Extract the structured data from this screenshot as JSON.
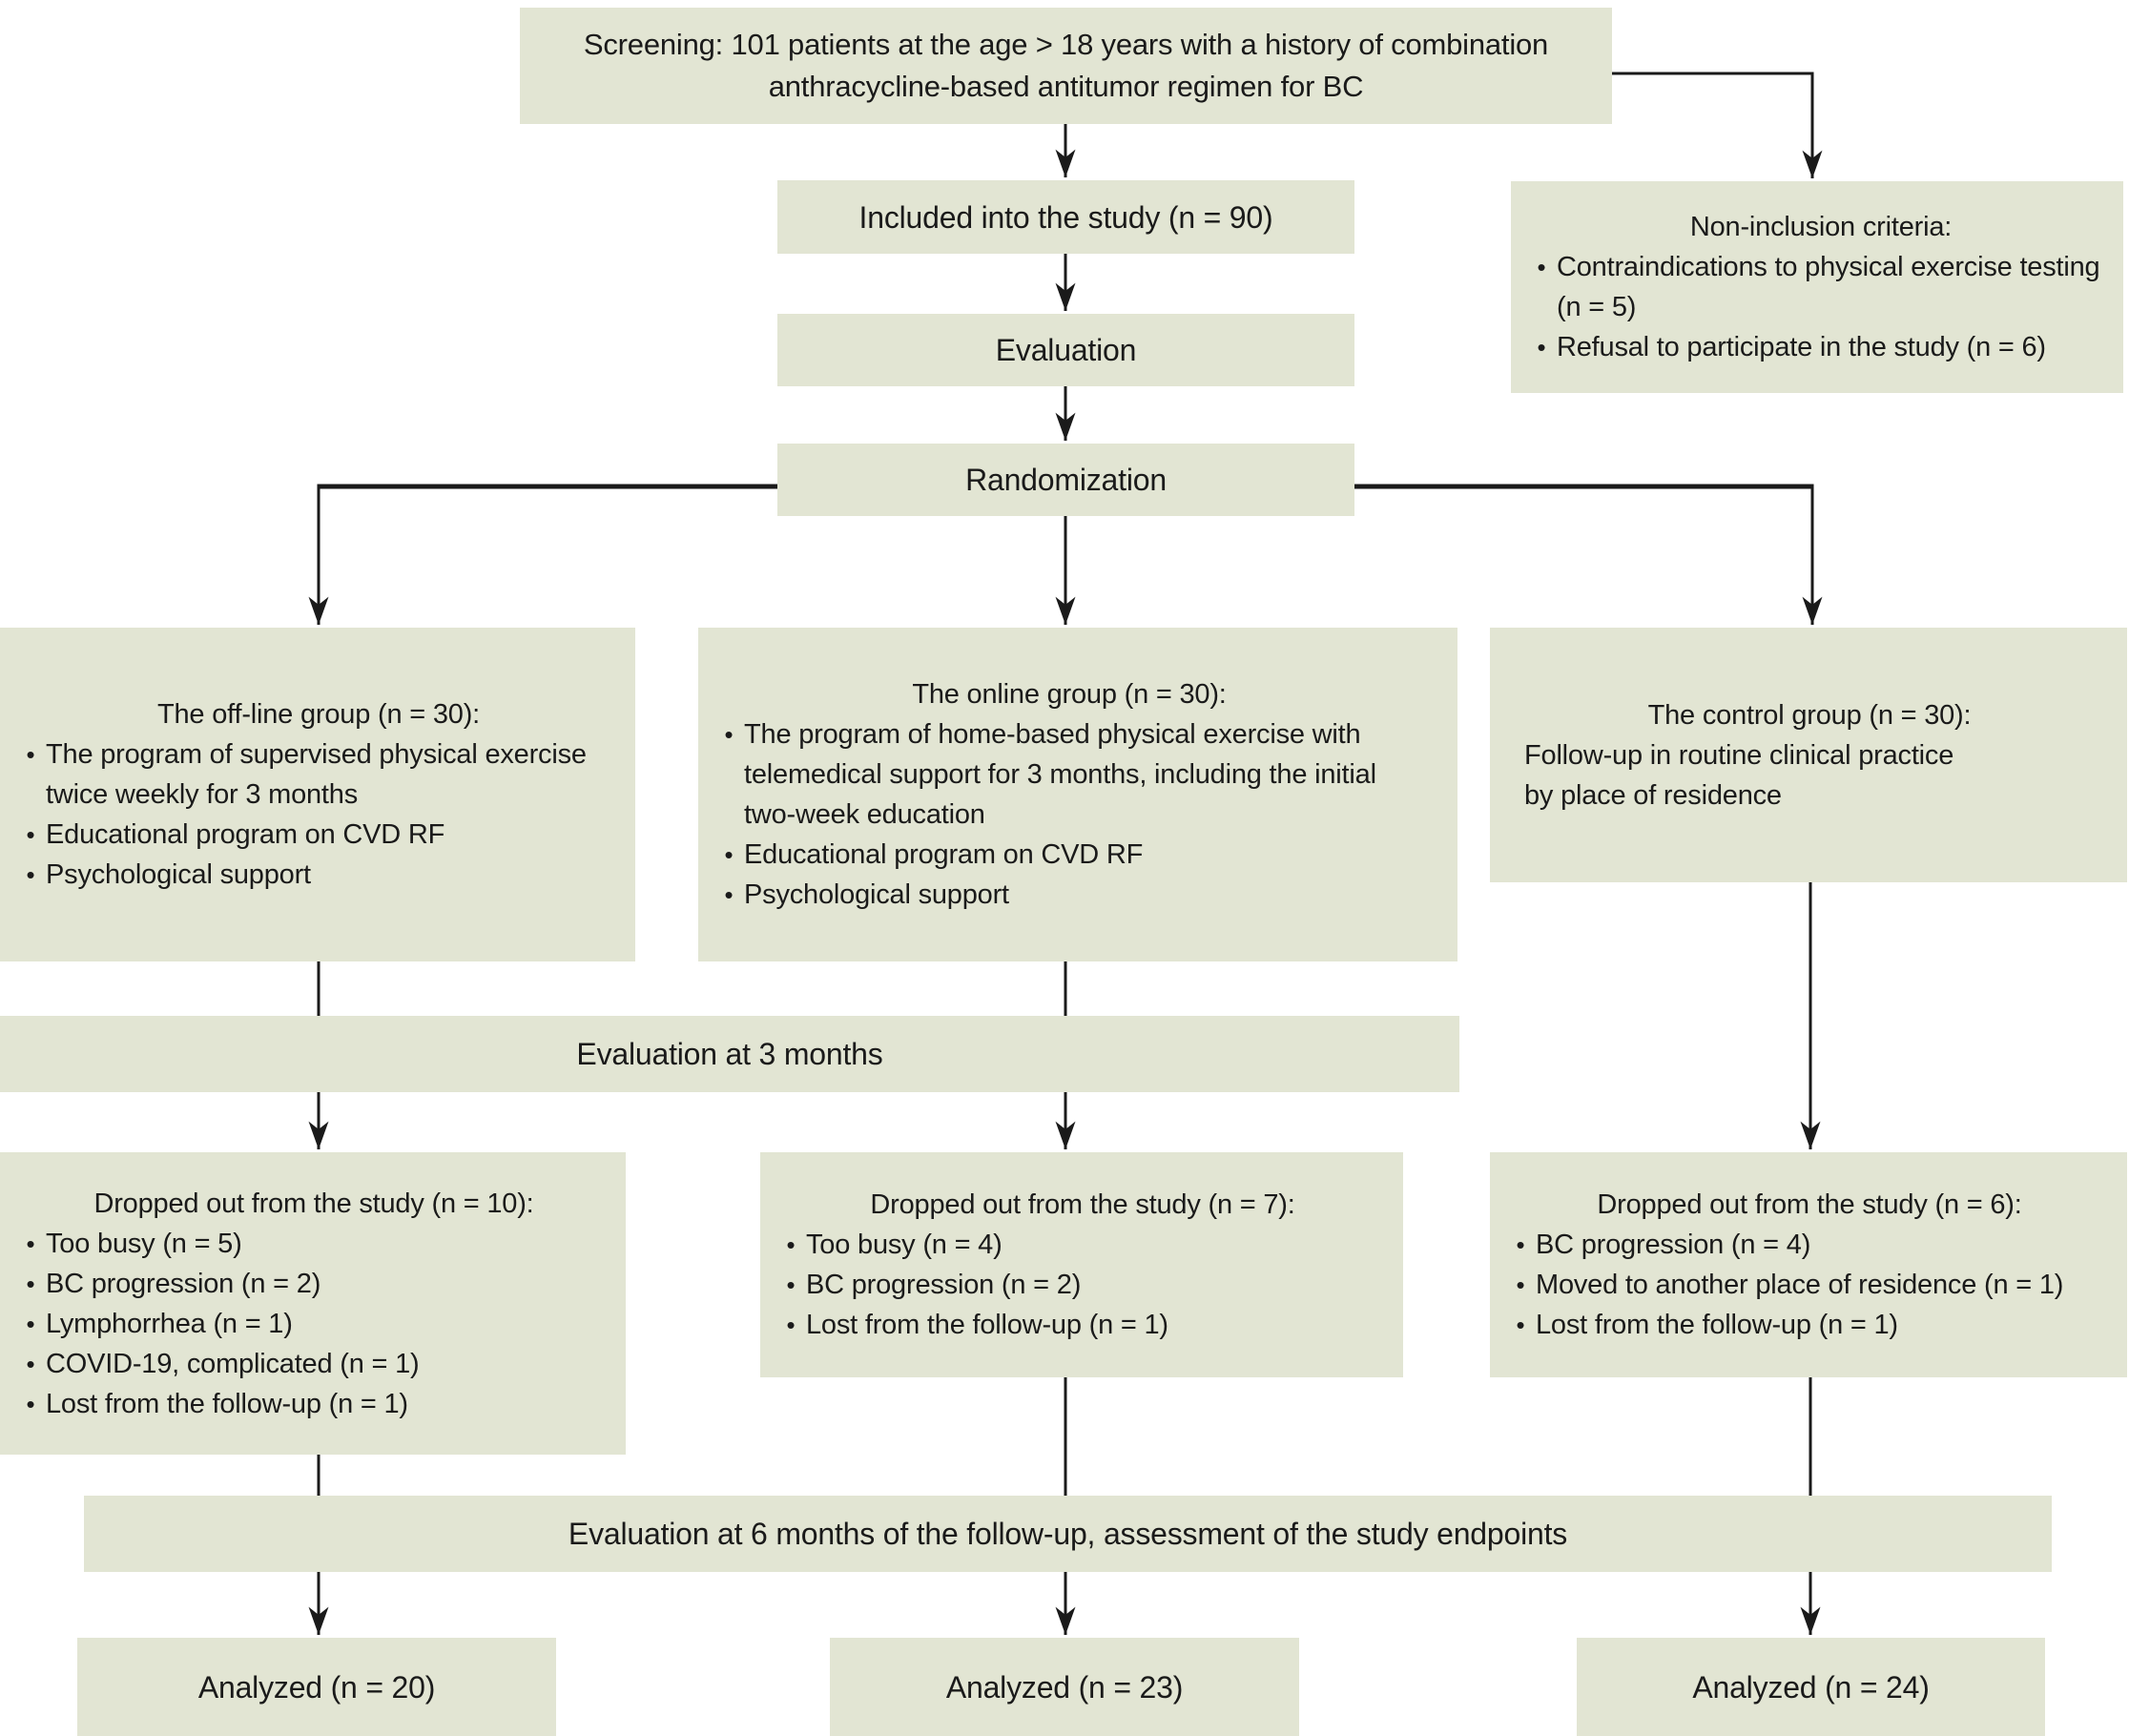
{
  "figure": {
    "type": "study-flow-diagram"
  },
  "colors": {
    "box_fill": "#e2e5d3",
    "line": "#1a1a1a",
    "text": "#1a1a1a",
    "background": "#ffffff"
  },
  "icons": {
    "bullet": "•"
  },
  "nodes": {
    "screening": {
      "text": "Screening: 101 patients at the age > 18 years with a history of combination anthracycline-based antitumor regimen for BC"
    },
    "included": {
      "text": "Included into the study (n = 90)"
    },
    "non_inclusion": {
      "title": "Non-inclusion criteria:",
      "bullets": [
        "Contraindications to physical exercise testing (n = 5)",
        "Refusal to participate in the study (n = 6)"
      ]
    },
    "evaluation": {
      "text": "Evaluation"
    },
    "randomization": {
      "text": "Randomization"
    },
    "offline_group": {
      "title": "The off-line group (n = 30):",
      "bullets": [
        "The program of supervised physical exercise twice weekly for 3 months",
        "Educational program on CVD RF",
        "Psychological support"
      ]
    },
    "online_group": {
      "title": "The online group (n = 30):",
      "bullets": [
        "The program of home-based physical exercise with telemedical support for 3 months, including the initial two-week education",
        "Educational program on CVD RF",
        "Psychological support"
      ]
    },
    "control_group": {
      "title": "The control group (n = 30):",
      "lines": [
        "Follow-up in routine clinical practice",
        "by place of residence"
      ]
    },
    "evaluation_3m": {
      "text": "Evaluation at 3 months"
    },
    "dropped_offline": {
      "title": "Dropped out from the study (n = 10):",
      "bullets": [
        "Too busy (n = 5)",
        "BC progression (n = 2)",
        "Lymphorrhea (n = 1)",
        "COVID-19, complicated (n = 1)",
        "Lost from the follow-up (n = 1)"
      ]
    },
    "dropped_online": {
      "title": "Dropped out from the study (n = 7):",
      "bullets": [
        "Too busy (n = 4)",
        "BC progression (n = 2)",
        "Lost from the follow-up (n = 1)"
      ]
    },
    "dropped_control": {
      "title": "Dropped out from the study (n = 6):",
      "bullets": [
        "BC progression (n = 4)",
        "Moved to another place of residence (n = 1)",
        "Lost from the follow-up (n = 1)"
      ]
    },
    "evaluation_6m": {
      "text": "Evaluation at 6 months of the follow-up, assessment of the study endpoints"
    },
    "analyzed_offline": {
      "text": "Analyzed (n = 20)"
    },
    "analyzed_online": {
      "text": "Analyzed (n = 23)"
    },
    "analyzed_control": {
      "text": "Analyzed (n = 24)"
    }
  }
}
